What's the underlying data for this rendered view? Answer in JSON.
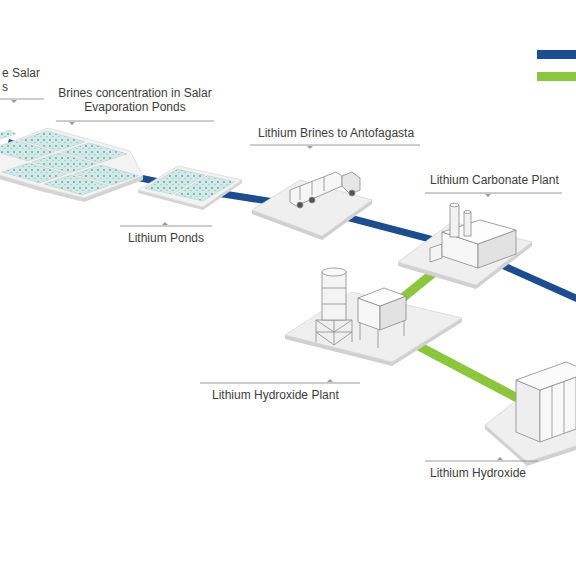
{
  "diagram": {
    "nodes": [
      {
        "text": [
          "e Salar s"
        ]
      },
      {
        "text": [
          "Brines concentration in Salar Evaporation Ponds"
        ]
      },
      {
        "text": [
          "Lithium Ponds"
        ]
      },
      {
        "text": [
          "Lithium Brines to Antofagasta"
        ]
      },
      {
        "text": [
          "Lithium Carbonate Plant"
        ]
      },
      {
        "text": [
          "Lithium Hydroxide Plant"
        ]
      },
      {
        "text": [
          "Lithium Hydroxide"
        ]
      }
    ],
    "edges": [
      {
        "from": 0,
        "to": 1,
        "arrow": "none"
      },
      {
        "from": 1,
        "to": 2,
        "arrow": "none"
      },
      {
        "from": 2,
        "to": 3,
        "arrow": "none"
      },
      {
        "from": 3,
        "to": 4,
        "arrow": "none"
      },
      {
        "from": 4,
        "to": 5,
        "arrow": "none"
      },
      {
        "from": 5,
        "to": 6,
        "arrow": "none"
      }
    ]
  }
}
